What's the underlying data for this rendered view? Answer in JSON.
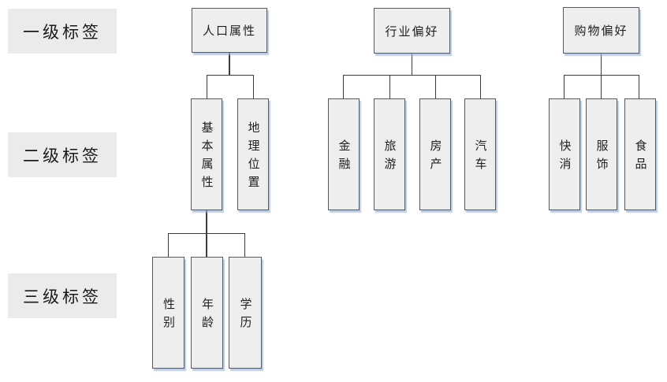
{
  "row_labels": {
    "level1": "一级标签",
    "level2": "二级标签",
    "level3": "三级标签"
  },
  "tree": {
    "branches": [
      {
        "root": "人口属性",
        "children": [
          {
            "label": "基本属性",
            "children": [
              {
                "label": "性别"
              },
              {
                "label": "年龄"
              },
              {
                "label": "学历"
              }
            ]
          },
          {
            "label": "地理位置",
            "children": []
          }
        ]
      },
      {
        "root": "行业偏好",
        "children": [
          {
            "label": "金融",
            "children": []
          },
          {
            "label": "旅游",
            "children": []
          },
          {
            "label": "房产",
            "children": []
          },
          {
            "label": "汽车",
            "children": []
          }
        ]
      },
      {
        "root": "购物偏好",
        "children": [
          {
            "label": "快消",
            "children": []
          },
          {
            "label": "服饰",
            "children": []
          },
          {
            "label": "食品",
            "children": []
          }
        ]
      }
    ]
  },
  "colors": {
    "background": "#ffffff",
    "node_fill": "#eeeeee",
    "node_border": "#56595b",
    "node_shadow": "#96b1d4",
    "label_bg": "#ebebeb",
    "connector": "#3a3d3f",
    "text": "#1a1a1a"
  }
}
